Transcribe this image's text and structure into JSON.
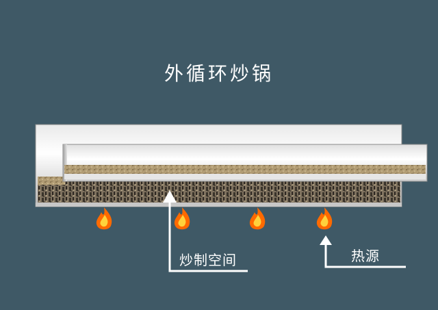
{
  "title": "外循环炒锅",
  "labels": {
    "frying_space": "炒制空间",
    "heat_source": "热源"
  },
  "flames": {
    "count": 4,
    "icon": "flame-icon"
  },
  "colors": {
    "background": "#3f5966",
    "drum_light": "#f2f2f2",
    "drum_shadow": "#b9b9b9",
    "material": "#a8916a",
    "flame_outer": "#ff6a00",
    "flame_inner": "#ffd23c",
    "arrow": "#ffffff"
  }
}
